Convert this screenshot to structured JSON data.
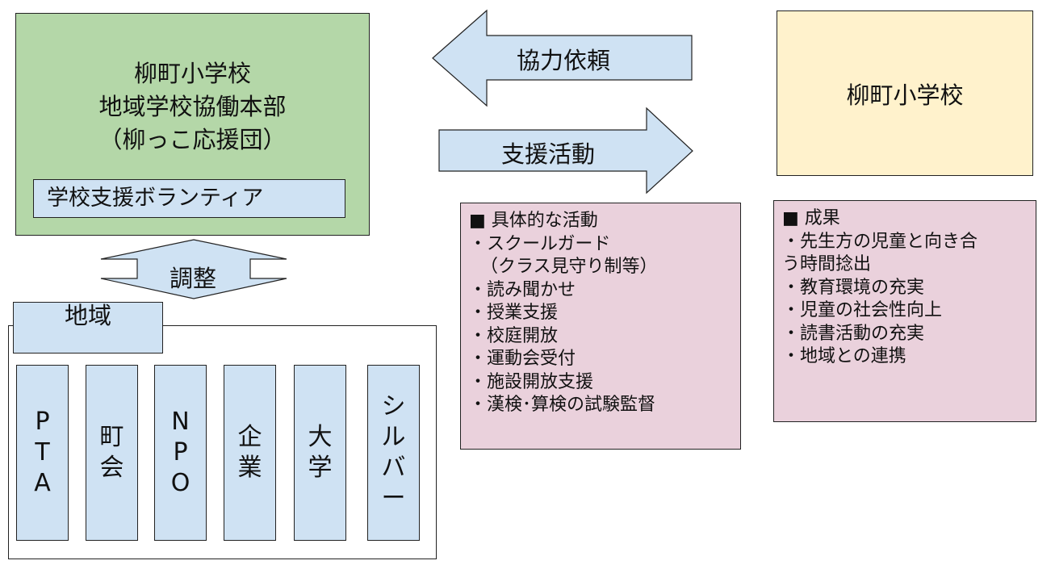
{
  "hq": {
    "title": "柳町小学校\n地域学校協働本部\n（柳っこ応援団）",
    "volunteer": "学校支援ボランティア",
    "color": "#b4d7a8"
  },
  "school": {
    "label": "柳町小学校",
    "color": "#fff2cc"
  },
  "arrows": {
    "request": "協力依頼",
    "support": "支援活動",
    "coordinate": "調整",
    "color": "#cfe2f3"
  },
  "region": {
    "label": "地域",
    "members": [
      "P\nT\nA",
      "町\n会",
      "N\nP\nO",
      "企\n業",
      "大\n学",
      "シ\nル\nバ\nー"
    ]
  },
  "activities": {
    "heading": "■ 具体的な活動",
    "items": [
      "・スクールガード",
      "  （クラス見守り制等）",
      "・読み聞かせ",
      "・授業支援",
      "・校庭開放",
      "・運動会受付",
      "・施設開放支援",
      "・漢検･算検の試験監督"
    ],
    "color": "#ead1dc"
  },
  "results": {
    "heading": "■ 成果",
    "items": [
      "・先生方の児童と向き合",
      "う時間捻出",
      "・教育環境の充実",
      "・児童の社会性向上",
      "・読書活動の充実",
      "・地域との連携"
    ]
  }
}
